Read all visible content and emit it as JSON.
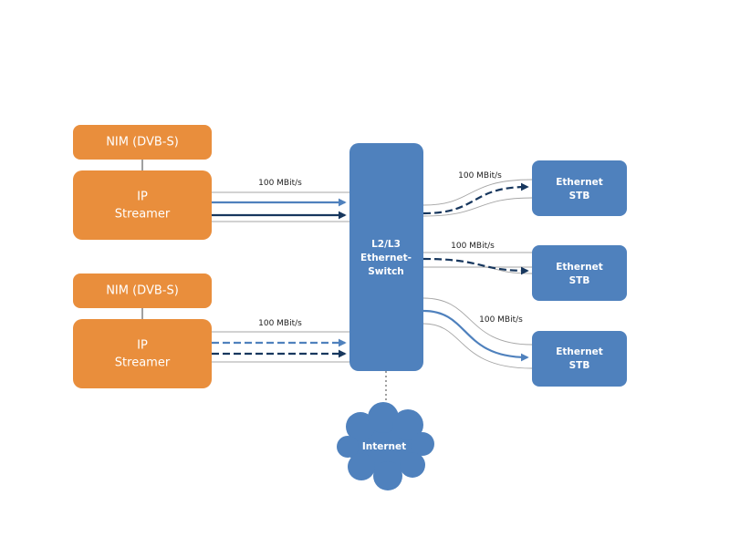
{
  "colors": {
    "streamer_orange": "#e98e3c",
    "network_blue": "#4f81bd",
    "stream_light_blue": "#4f81bd",
    "stream_dark_blue": "#17375e",
    "cable_gray": "#a6a6a6",
    "connector_dark": "#404040"
  },
  "sources": [
    {
      "nim_label": "NIM (DVB-S)",
      "streamer_lines": [
        "IP",
        "Streamer"
      ],
      "link_speed": "100 MBit/s"
    },
    {
      "nim_label": "NIM (DVB-S)",
      "streamer_lines": [
        "IP",
        "Streamer"
      ],
      "link_speed": "100 MBit/s"
    }
  ],
  "switch": {
    "lines": [
      "L2/L3",
      "Ethernet-",
      "Switch"
    ]
  },
  "stbs": [
    {
      "lines": [
        "Ethernet",
        "STB"
      ],
      "link_speed": "100 MBit/s"
    },
    {
      "lines": [
        "Ethernet",
        "STB"
      ],
      "link_speed": "100 MBit/s"
    },
    {
      "lines": [
        "Ethernet",
        "STB"
      ],
      "link_speed": "100 MBit/s"
    }
  ],
  "internet": {
    "label": "Internet",
    "icon": "cloud-icon"
  }
}
